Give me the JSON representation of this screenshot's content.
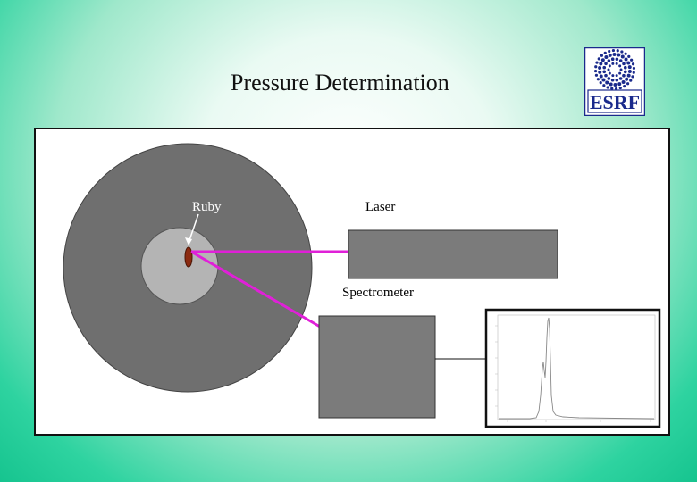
{
  "slide": {
    "title": "Pressure Determination"
  },
  "logo": {
    "text": "ESRF",
    "color": "#1a2a8c"
  },
  "diagram": {
    "labels": {
      "ruby": "Ruby",
      "laser": "Laser",
      "spectrometer": "Spectrometer"
    },
    "colors": {
      "gasket": "#6f6f6f",
      "sample_chamber": "#b4b4b4",
      "ruby": "#8b2a10",
      "beam": "#e020d8",
      "box": "#7b7b7b",
      "frame_fill": "#ffffff"
    }
  }
}
